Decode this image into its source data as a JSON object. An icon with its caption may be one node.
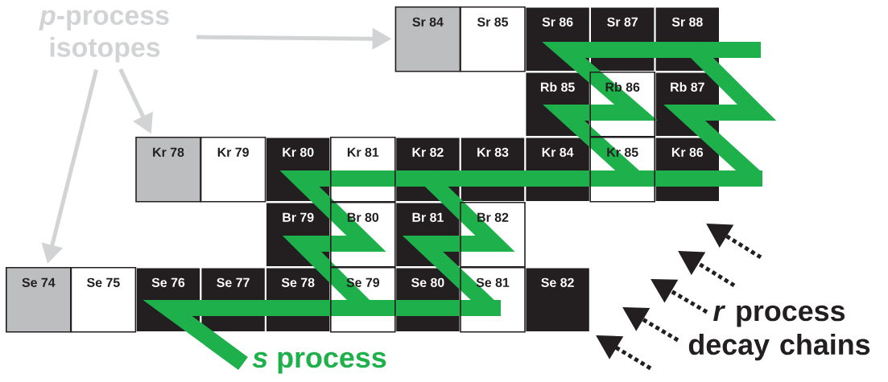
{
  "diagram": {
    "nodes": [
      {
        "text": [
          "*p*-process isotopes"
        ]
      },
      {
        "text": [
          "Sr 84"
        ]
      },
      {
        "text": [
          "Sr 85"
        ]
      },
      {
        "text": [
          "Sr 86"
        ]
      },
      {
        "text": [
          "Sr 87"
        ]
      },
      {
        "text": [
          "Sr 88"
        ]
      },
      {
        "text": [
          "Rb 85"
        ]
      },
      {
        "text": [
          "Rb 86"
        ]
      },
      {
        "text": [
          "Rb 87"
        ]
      },
      {
        "text": [
          "Kr 78"
        ]
      },
      {
        "text": [
          "Kr 79"
        ]
      },
      {
        "text": [
          "Kr 80"
        ]
      },
      {
        "text": [
          "Kr 81"
        ]
      },
      {
        "text": [
          "Kr 82"
        ]
      },
      {
        "text": [
          "Kr 83"
        ]
      },
      {
        "text": [
          "Kr 84"
        ]
      },
      {
        "text": [
          "Kr 85"
        ]
      },
      {
        "text": [
          "Kr 86"
        ]
      },
      {
        "text": [
          "Br 79"
        ]
      },
      {
        "text": [
          "Br 80"
        ]
      },
      {
        "text": [
          "Br 81"
        ]
      },
      {
        "text": [
          "Br 82"
        ]
      },
      {
        "text": [
          "Se 74"
        ]
      },
      {
        "text": [
          "Se 75"
        ]
      },
      {
        "text": [
          "Se 76"
        ]
      },
      {
        "text": [
          "Se 77"
        ]
      },
      {
        "text": [
          "Se 78"
        ]
      },
      {
        "text": [
          "Se 79"
        ]
      },
      {
        "text": [
          "Se 80"
        ]
      },
      {
        "text": [
          "Se 81"
        ]
      },
      {
        "text": [
          "Se 82"
        ]
      }
    ],
    "edges": [
      {
        "from": 0,
        "to": 1,
        "arrow": "to"
      },
      {
        "from": 0,
        "to": 9,
        "arrow": "to"
      },
      {
        "from": 0,
        "to": 22,
        "arrow": "to"
      }
    ],
    "labels": [
      "*s* process",
      "*r* process decay chains"
    ]
  }
}
